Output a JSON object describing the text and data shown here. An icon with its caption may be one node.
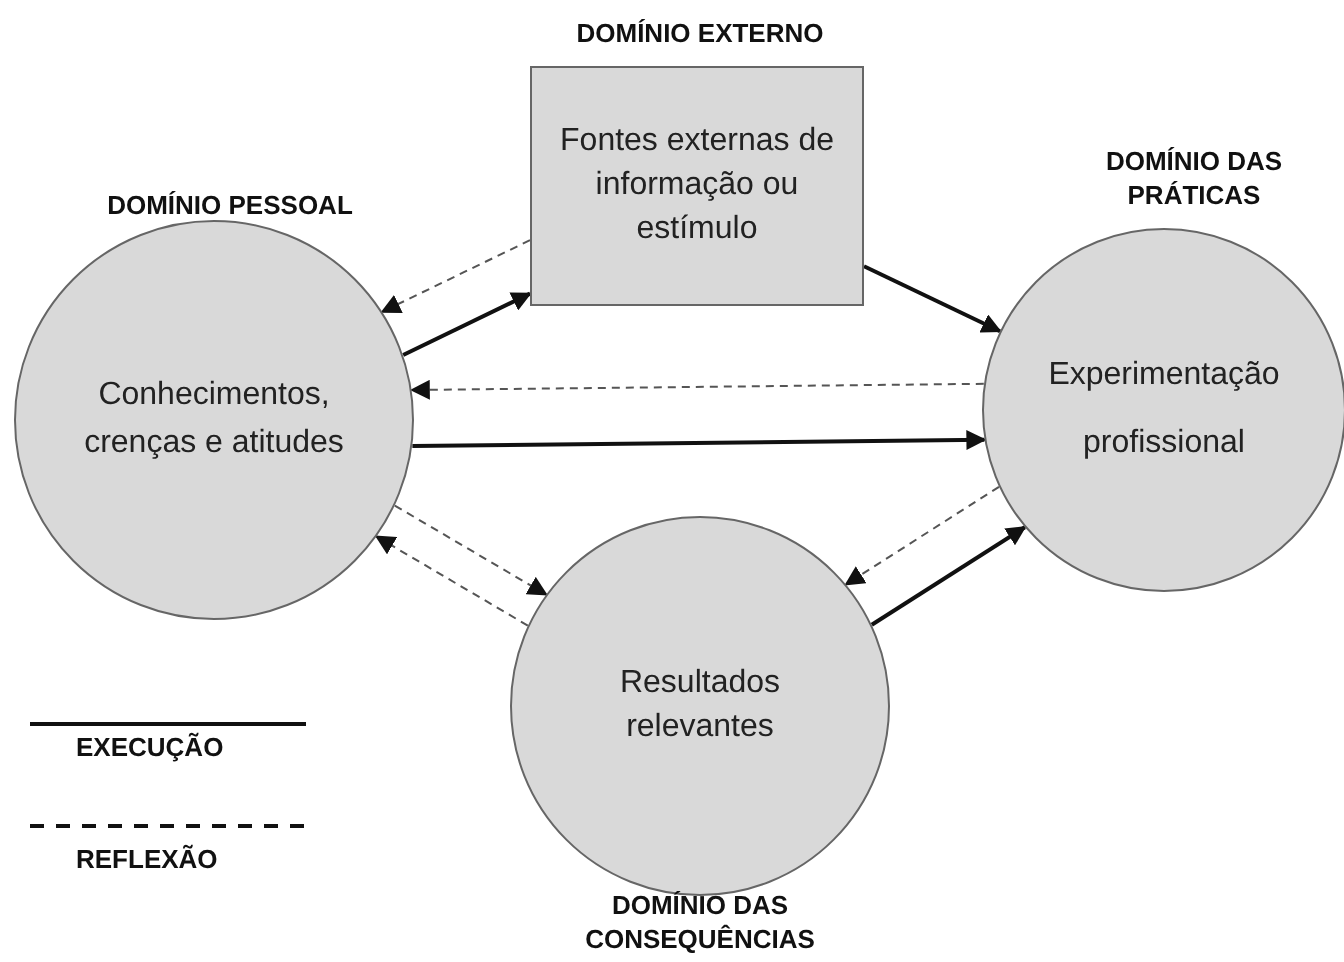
{
  "diagram": {
    "nodes": [
      {
        "text": [
          "DOMÍNIO EXTERNO",
          "Fontes externas de informação ou estímulo"
        ]
      },
      {
        "text": [
          "DOMÍNIO PESSOAL",
          "Conhecimentos, crenças e atitudes"
        ]
      },
      {
        "text": [
          "DOMÍNIO DAS PRÁTICAS",
          "Experimentação profissional"
        ]
      },
      {
        "text": [
          "Resultados relevantes",
          "DOMÍNIO DAS CONSEQUÊNCIAS"
        ]
      }
    ],
    "edges": [
      {
        "from": 1,
        "to": 0,
        "arrow": "to"
      },
      {
        "from": 0,
        "to": 1,
        "arrow": "to",
        "style": "dashed"
      },
      {
        "from": 0,
        "to": 2,
        "arrow": "to"
      },
      {
        "from": 2,
        "to": 1,
        "arrow": "to",
        "style": "dashed"
      },
      {
        "from": 1,
        "to": 2,
        "arrow": "to"
      },
      {
        "from": 1,
        "to": 3,
        "arrow": "to",
        "style": "dashed"
      },
      {
        "from": 3,
        "to": 1,
        "arrow": "to",
        "style": "dashed"
      },
      {
        "from": 3,
        "to": 2,
        "arrow": "to"
      },
      {
        "from": 2,
        "to": 3,
        "arrow": "to",
        "style": "dashed"
      }
    ],
    "legend": [
      {
        "text": "EXECUÇÃO"
      },
      {
        "text": "REFLEXÃO"
      }
    ]
  }
}
